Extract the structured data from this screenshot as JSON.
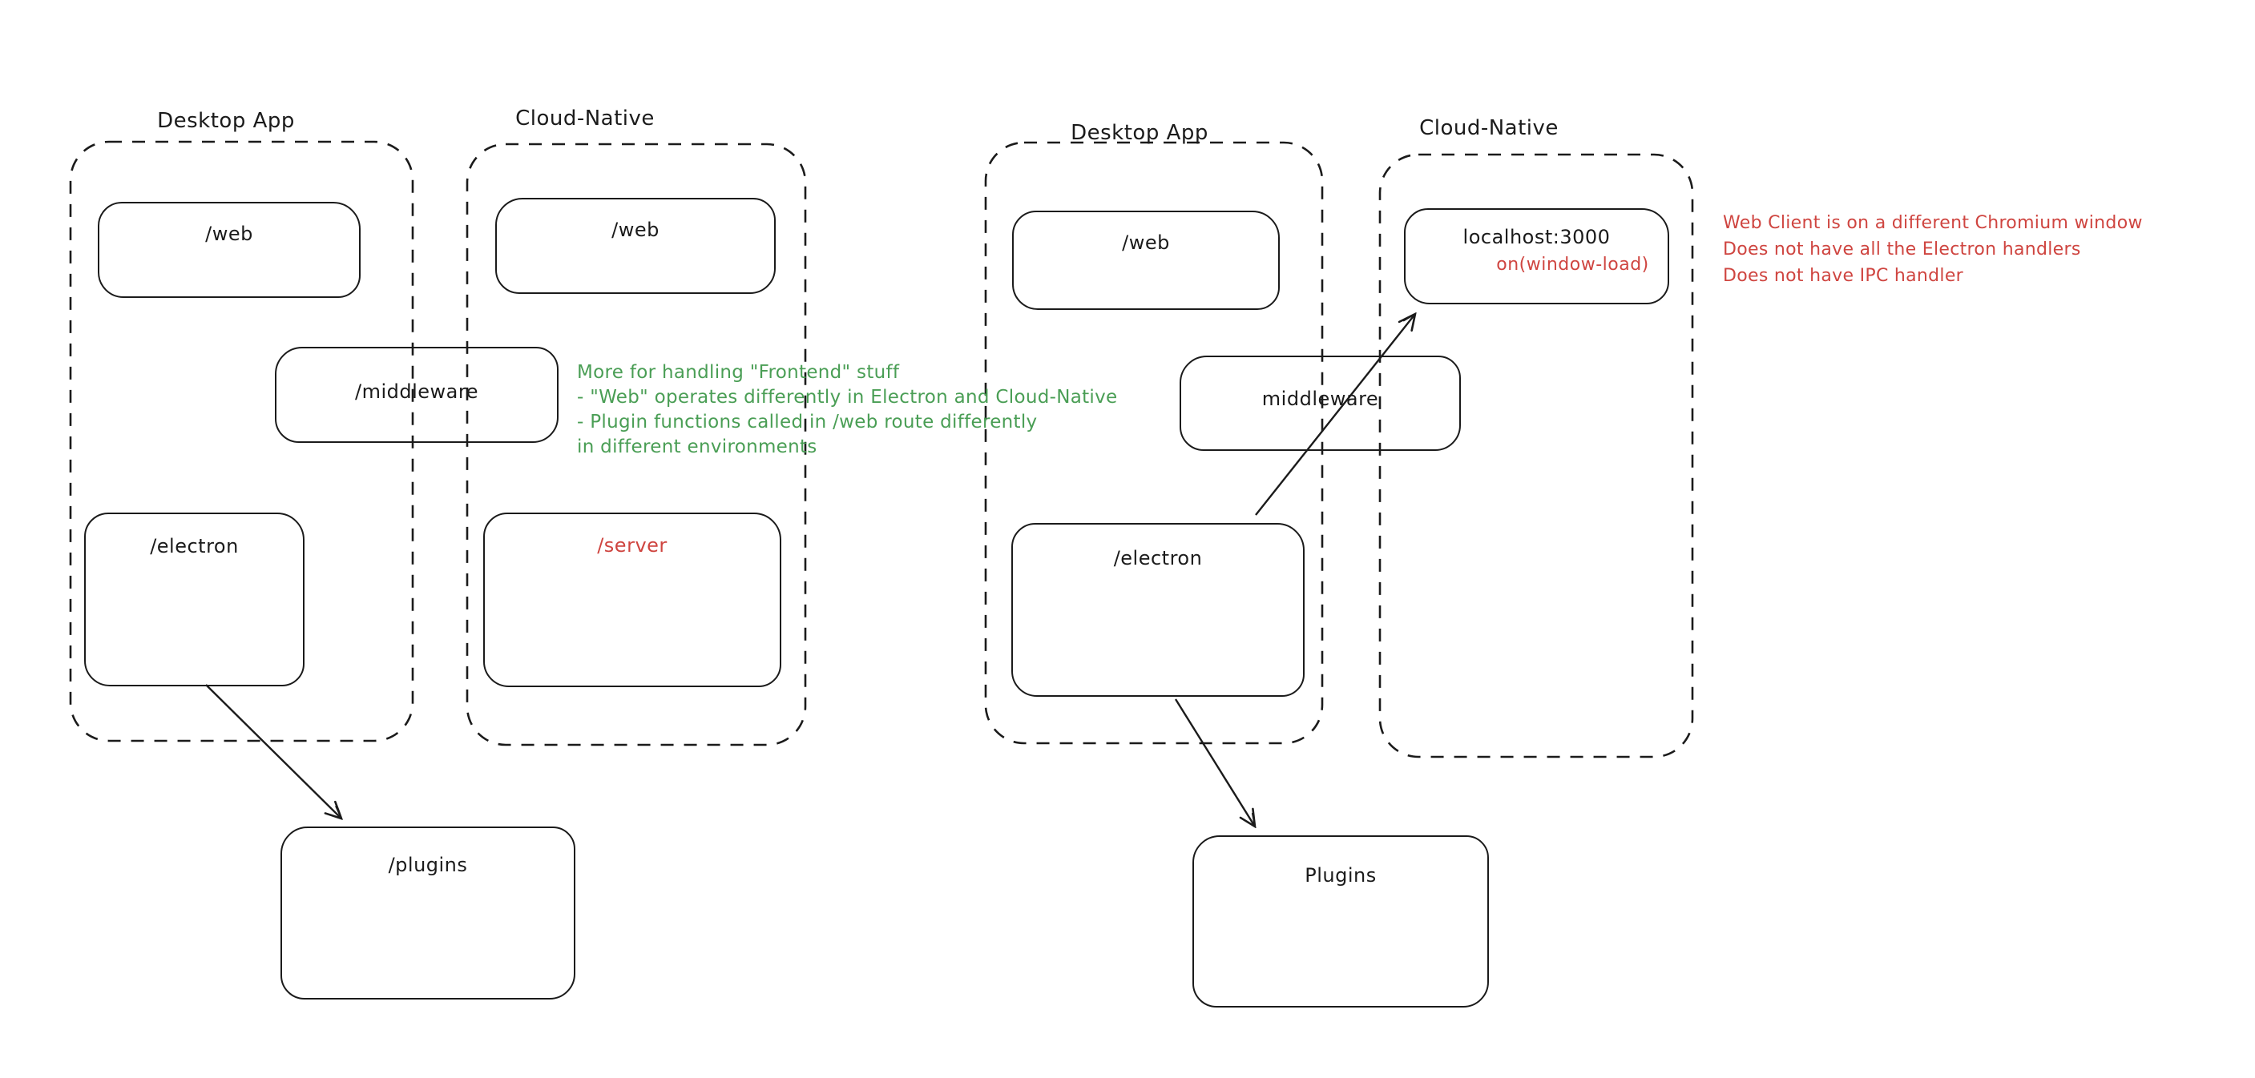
{
  "left": {
    "desktop_title": "Desktop App",
    "cloud_title": "Cloud-Native",
    "web_desktop": "/web",
    "web_cloud": "/web",
    "middleware": "/middleware",
    "electron": "/electron",
    "server": "/server",
    "plugins": "/plugins"
  },
  "right": {
    "desktop_title": "Desktop App",
    "cloud_title": "Cloud-Native",
    "web_desktop": "/web",
    "localhost": "localhost:3000",
    "on_window_load": "on(window-load)",
    "middleware": "middleware",
    "electron": "/electron",
    "plugins": "Plugins"
  },
  "annotations": {
    "green_note": {
      "color": "#4a9e55",
      "lines": [
        "More for handling \"Frontend\" stuff",
        "- \"Web\" operates differently in Electron and Cloud-Native",
        "- Plugin functions called in /web route differently",
        "in different environments"
      ]
    },
    "red_note": {
      "color": "#cf4540",
      "lines": [
        "Web Client is on a different Chromium window",
        "Does not have all the Electron handlers",
        "Does not have IPC handler"
      ]
    }
  },
  "colors": {
    "stroke": "#1b1b1b",
    "green": "#4a9e55",
    "red": "#cf4540",
    "background": "#ffffff"
  }
}
